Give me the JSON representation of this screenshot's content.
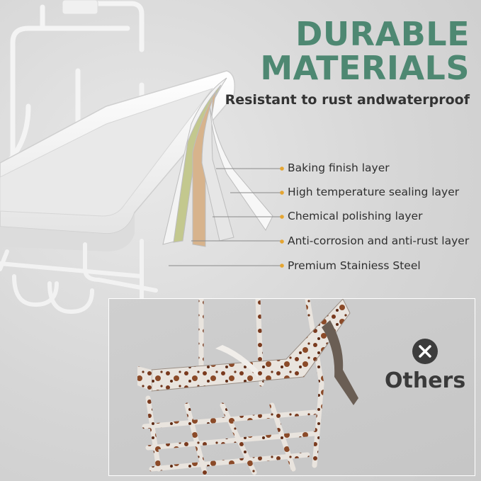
{
  "headline": {
    "line1": "DURABLE",
    "line2": "MATERIALS"
  },
  "subtitle": "Resistant to rust andwaterproof",
  "layers": [
    {
      "label": "Baking finish layer"
    },
    {
      "label": "High temperature sealing layer"
    },
    {
      "label": "Chemical polishing layer"
    },
    {
      "label": "Anti-corrosion and anti-rust layer"
    },
    {
      "label": "Premium Stainiess Steel"
    }
  ],
  "comparison": {
    "label": "Others",
    "icon": "x-circle-icon"
  },
  "colors": {
    "accent": "#4e8872",
    "dot": "#e5a531",
    "text": "#2f2f2f",
    "rust": "#7a3a1e"
  }
}
